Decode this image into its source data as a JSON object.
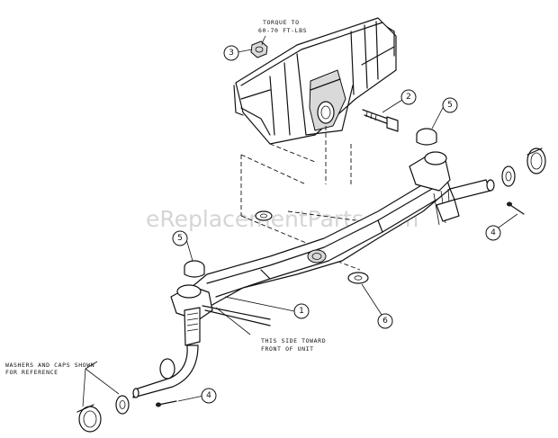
{
  "watermark": "eReplacementParts.com",
  "notes": {
    "torque_line1": "TORQUE TO",
    "torque_line2": "60-70 FT-LBS",
    "side_line1": "THIS SIDE TOWARD",
    "side_line2": "FRONT OF UNIT",
    "washer_line1": "WASHERS AND CAPS SHOWN",
    "washer_line2": "FOR REFERENCE"
  },
  "callouts": {
    "axle": "1",
    "bolt": "2",
    "nut": "3",
    "pin_right": "4",
    "pin_left": "4",
    "cap_right": "5",
    "cap_left": "5",
    "washer": "6"
  }
}
